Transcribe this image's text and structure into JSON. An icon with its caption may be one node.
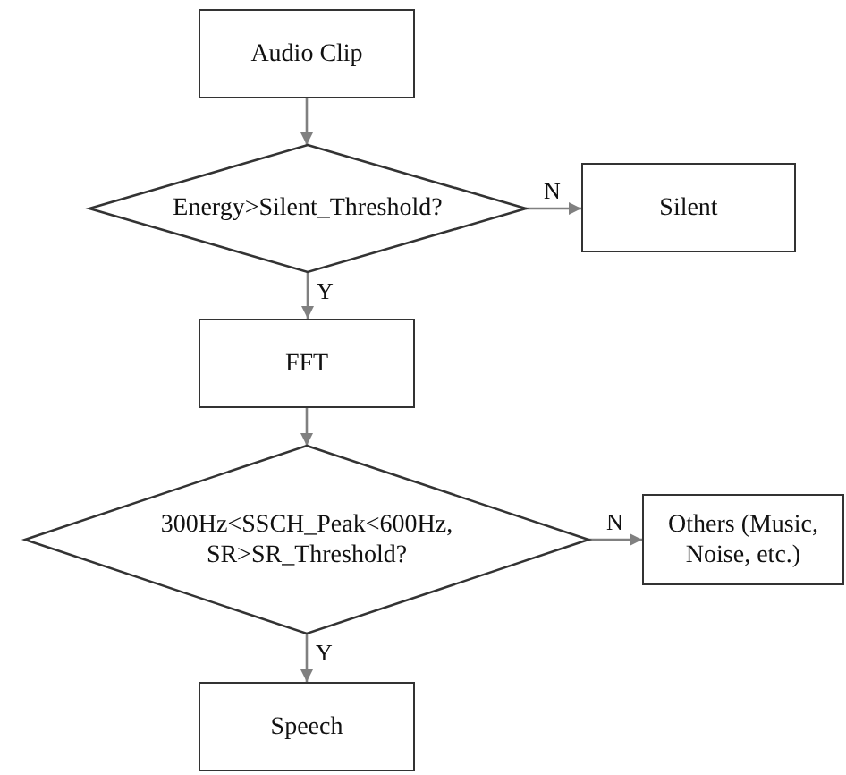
{
  "diagram": {
    "nodes": [
      {
        "text": [
          "Audio Clip"
        ]
      },
      {
        "text": [
          "Energy>Silent_Threshold?"
        ]
      },
      {
        "text": [
          "Silent"
        ]
      },
      {
        "text": [
          "FFT"
        ]
      },
      {
        "text": [
          "300Hz<SSCH_Peak<600Hz, SR>SR_Threshold?"
        ]
      },
      {
        "text": [
          "Others (Music, Noise, etc.)"
        ]
      },
      {
        "text": [
          "Speech"
        ]
      }
    ],
    "edges": [
      {
        "from": 0,
        "to": 1,
        "arrow": "to"
      },
      {
        "from": 1,
        "to": 2,
        "arrow": "to",
        "label": "N"
      },
      {
        "from": 1,
        "to": 3,
        "arrow": "to",
        "label": "Y"
      },
      {
        "from": 3,
        "to": 4,
        "arrow": "to"
      },
      {
        "from": 4,
        "to": 5,
        "arrow": "to",
        "label": "N"
      },
      {
        "from": 4,
        "to": 6,
        "arrow": "to",
        "label": "Y"
      }
    ]
  }
}
